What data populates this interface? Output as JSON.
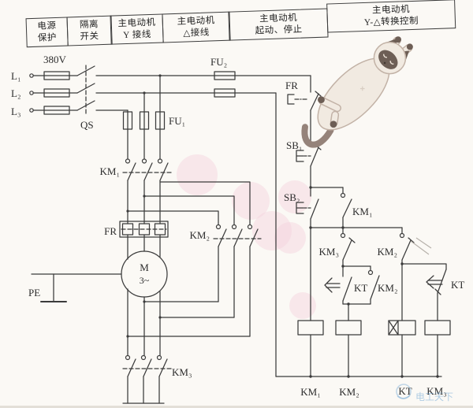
{
  "header": {
    "cells": [
      {
        "line1": "电源",
        "line2": "保护"
      },
      {
        "line1": "隔离",
        "line2": "开关"
      },
      {
        "line1": "主电动机",
        "line2": "Y 接线"
      },
      {
        "line1": "主电动机",
        "line2": "△接线"
      },
      {
        "line1": "主电动机",
        "line2": "起动、停止"
      },
      {
        "line1": "主电动机",
        "line2": "Y-△转换控制"
      }
    ]
  },
  "labels": {
    "voltage": "380V",
    "l1": "L₁",
    "l2": "L₂",
    "l3": "L₃",
    "qs": "QS",
    "fu1": "FU₁",
    "fu2": "FU₂",
    "km1": "KM₁",
    "km2": "KM₂",
    "km3": "KM₃",
    "fr": "FR",
    "kt": "KT",
    "sb1": "SB₁",
    "sb2": "SB₂",
    "motor": "M",
    "phase": "3~",
    "pe": "PE"
  },
  "watermark": {
    "brand": "电工天下"
  },
  "colors": {
    "line": "#3b3b3b",
    "paper": "#fbf9f5",
    "pink_watermark": "#f3cfdc",
    "watermark_blue": "#74a9d6",
    "cat_body": "#f1eae1",
    "cat_dark": "#6d5e55",
    "cat_outline": "#c2b2a6"
  }
}
